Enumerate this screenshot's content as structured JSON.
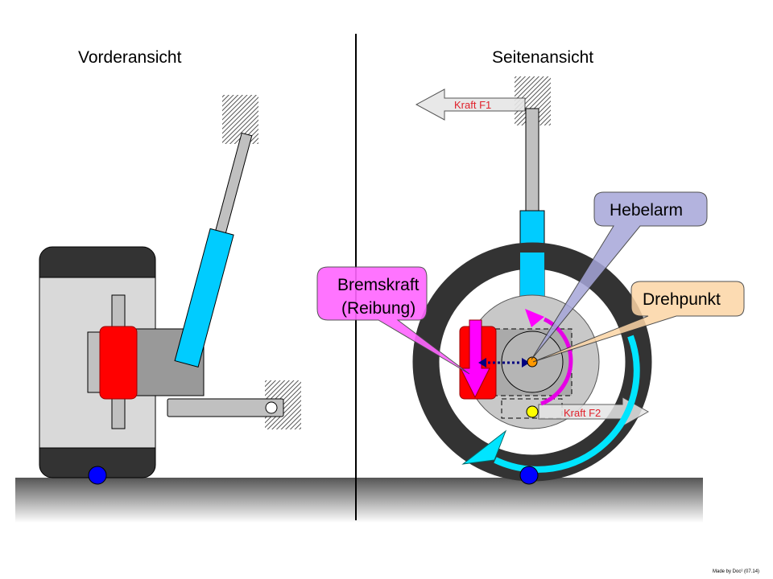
{
  "diagram": {
    "left_view": {
      "title": "Vorderansicht"
    },
    "right_view": {
      "title": "Seitenansicht"
    },
    "labels": {
      "force_f1": "Kraft F1",
      "force_f2": "Kraft F2",
      "lever_arm": "Hebelarm",
      "pivot": "Drehpunkt",
      "brake_force_line1": "Bremskraft",
      "brake_force_line2": "(Reibung)"
    },
    "credit": "Made by Doc² (07.14)",
    "colors": {
      "tire": "#333333",
      "rim": "#d9d9d9",
      "caliper": "#ff0000",
      "shock": "#00ccff",
      "rod": "#c0c0c0",
      "brake_callout": "#ff66ff",
      "lever_callout": "#a6a6d9",
      "pivot_callout": "#fcd5a5",
      "rotation_arrow": "#00e5ff",
      "torque_arrow": "#e600e6",
      "contact_point": "#0000ff",
      "joint": "#ffff00",
      "pivot_point": "#ff9900",
      "force_text": "#e0202a"
    }
  }
}
